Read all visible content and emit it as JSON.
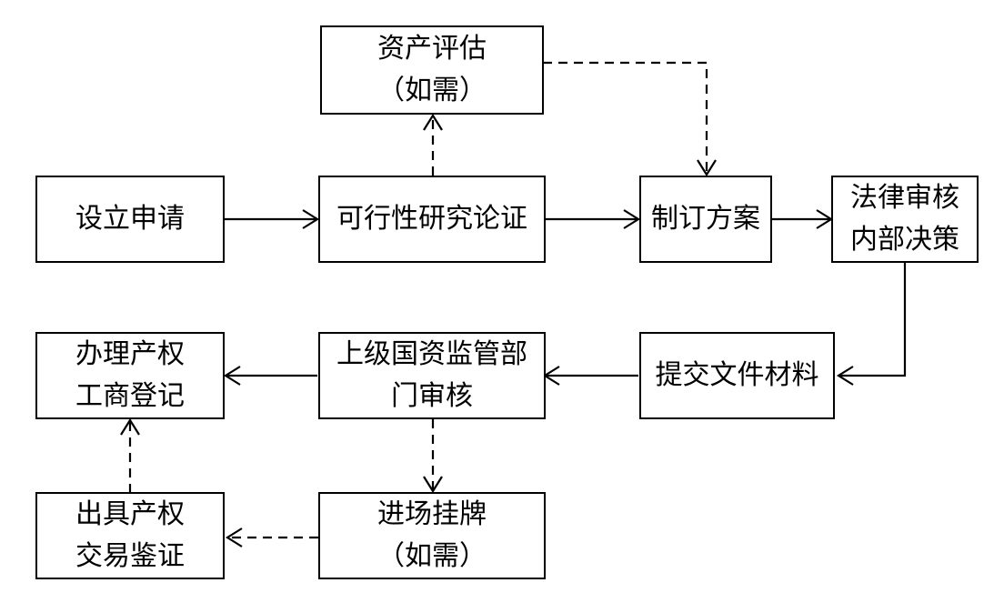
{
  "nodes": {
    "asset_eval": {
      "line1": "资产评估",
      "line2": "（如需）"
    },
    "apply": {
      "line1": "设立申请"
    },
    "feasibility": {
      "line1": "可行性研究论证"
    },
    "plan": {
      "line1": "制订方案"
    },
    "legal": {
      "line1": "法律审核",
      "line2": "内部决策"
    },
    "submit": {
      "line1": "提交文件材料"
    },
    "sasac_review": {
      "line1": "上级国资监管部",
      "line2": "门审核"
    },
    "registration": {
      "line1": "办理产权",
      "line2": "工商登记"
    },
    "listing": {
      "line1": "进场挂牌",
      "line2": "（如需）"
    },
    "certificate": {
      "line1": "出具产权",
      "line2": "交易鉴证"
    }
  },
  "edges": [
    {
      "from": "apply",
      "to": "feasibility",
      "style": "solid"
    },
    {
      "from": "feasibility",
      "to": "asset_eval",
      "style": "dashed"
    },
    {
      "from": "asset_eval",
      "to": "plan",
      "style": "dashed"
    },
    {
      "from": "feasibility",
      "to": "plan",
      "style": "solid"
    },
    {
      "from": "plan",
      "to": "legal",
      "style": "solid"
    },
    {
      "from": "legal",
      "to": "submit",
      "style": "solid"
    },
    {
      "from": "submit",
      "to": "sasac_review",
      "style": "solid"
    },
    {
      "from": "sasac_review",
      "to": "registration",
      "style": "solid"
    },
    {
      "from": "sasac_review",
      "to": "listing",
      "style": "dashed"
    },
    {
      "from": "listing",
      "to": "certificate",
      "style": "dashed"
    },
    {
      "from": "certificate",
      "to": "registration",
      "style": "dashed"
    }
  ]
}
